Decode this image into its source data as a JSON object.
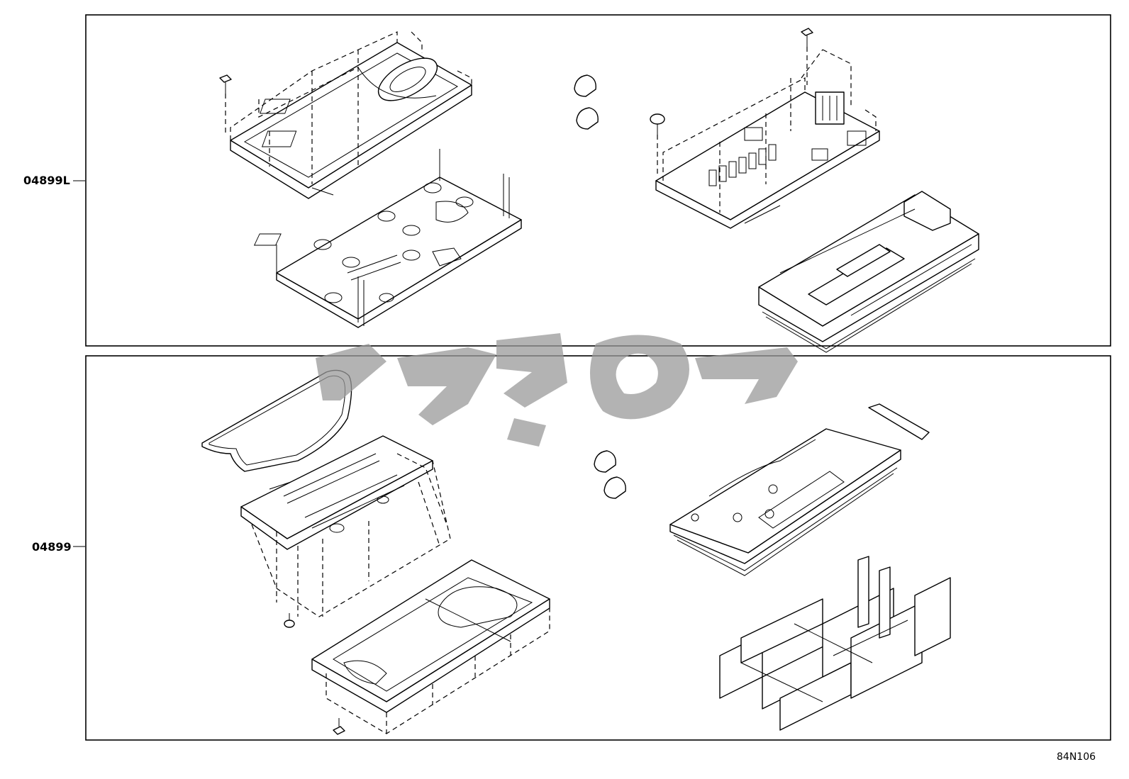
{
  "panels": [
    {
      "label": "04899L"
    },
    {
      "label": "04899"
    }
  ],
  "drawing_code": "84N106",
  "colors": {
    "line": "#000000",
    "watermark": "#9a9a9a",
    "background": "#ffffff"
  }
}
